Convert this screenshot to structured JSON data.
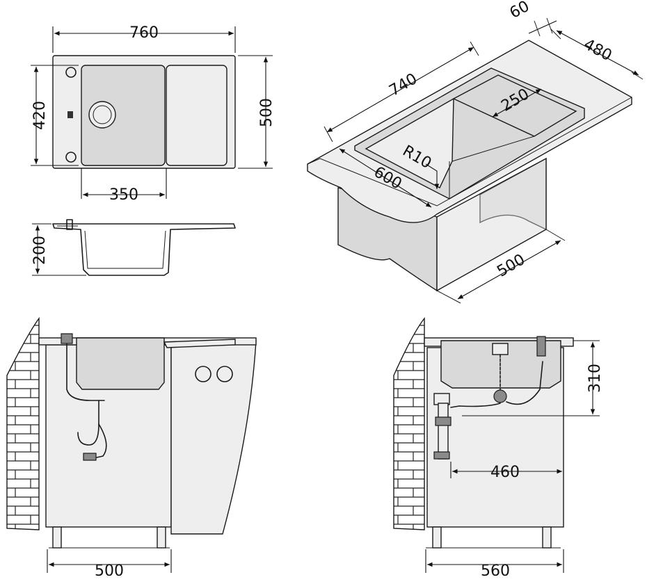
{
  "dimensions": {
    "top_width": "760",
    "top_inner_height": "420",
    "top_height": "500",
    "bowl_width": "350",
    "side_depth": "200",
    "iso_length": "740",
    "iso_edge": "60",
    "iso_depth": "480",
    "iso_drainer": "250",
    "iso_radius": "R10",
    "iso_front": "600",
    "iso_cabinet": "500",
    "front_cabinet": "500",
    "side_height": "310",
    "side_outlet": "460",
    "side_cabinet": "560"
  },
  "colors": {
    "line": "#1a1a1a",
    "panel": "#d9d9d9",
    "panel_light": "#eeeeee"
  }
}
